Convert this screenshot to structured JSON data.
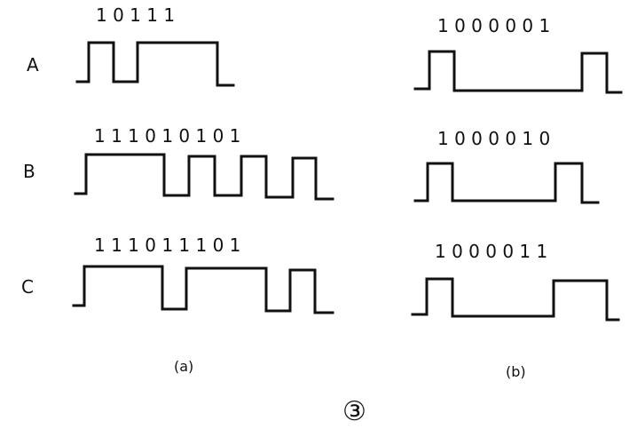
{
  "panels": [
    {
      "caption": "(a)",
      "rows": [
        {
          "label": "A",
          "bits_text": "1 0 1 1 1"
        },
        {
          "label": "B",
          "bits_text": "1 1 1 0 1 0 1 0 1"
        },
        {
          "label": "C",
          "bits_text": "1 1 1 0 1 1 1 0 1"
        }
      ]
    },
    {
      "caption": "(b)",
      "rows": [
        {
          "bits_text": "1 0 0 0 0 0 1"
        },
        {
          "bits_text": "1 0 0 0 0 1 0"
        },
        {
          "bits_text": "1 0 0 0 0 1 1"
        }
      ]
    }
  ],
  "figure_number": "③",
  "colors": {
    "ink": "#111111",
    "background": "#ffffff"
  }
}
